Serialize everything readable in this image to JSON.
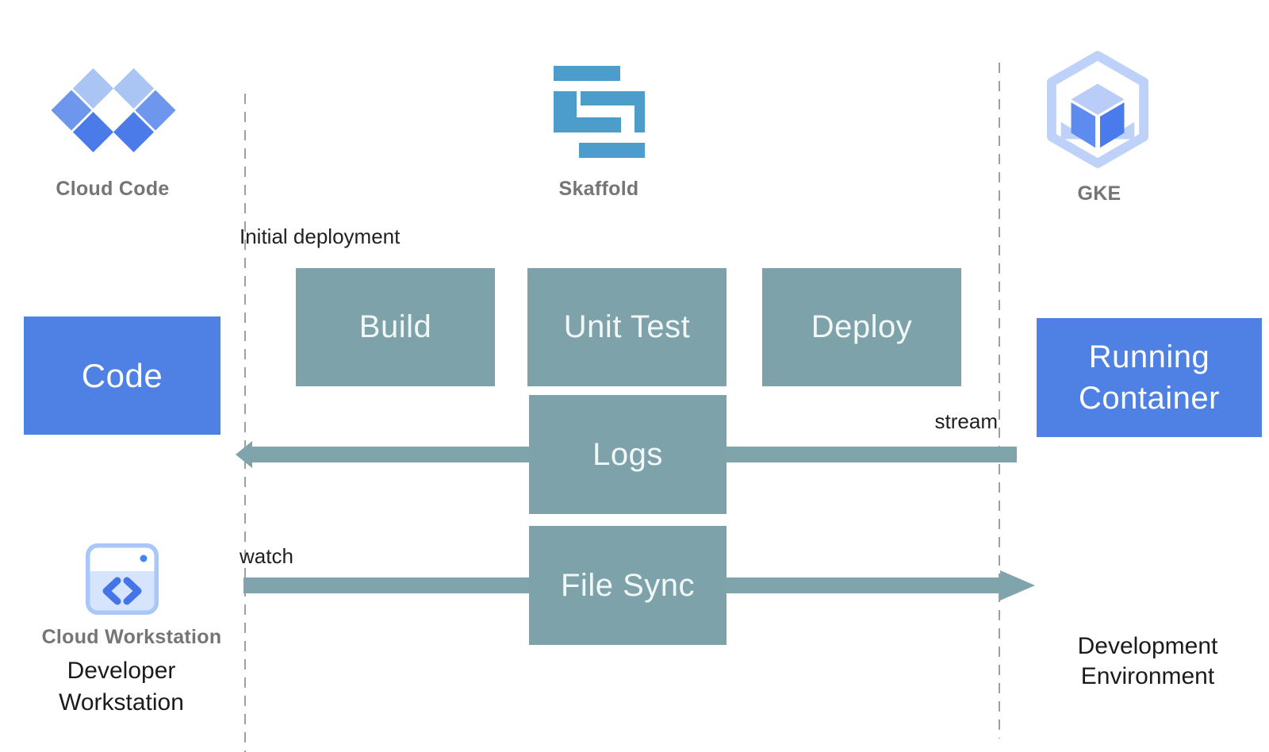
{
  "icons": {
    "cloud_code": {
      "label": "Cloud Code"
    },
    "skaffold": {
      "label": "Skaffold"
    },
    "gke": {
      "label": "GKE"
    },
    "cloud_workstation": {
      "label": "Cloud Workstation"
    }
  },
  "nodes": {
    "code": {
      "label": "Code",
      "color": "#4f80e4"
    },
    "build": {
      "label": "Build",
      "color": "#7ea2aa"
    },
    "unit_test": {
      "label": "Unit Test",
      "color": "#7ea2aa"
    },
    "deploy": {
      "label": "Deploy",
      "color": "#7ea2aa"
    },
    "logs": {
      "label": "Logs",
      "color": "#7ea2aa"
    },
    "file_sync": {
      "label": "File Sync",
      "color": "#7ea2aa"
    },
    "running_container": {
      "label": "Running Container",
      "color": "#4f80e4"
    }
  },
  "arrows": {
    "stream": {
      "label": "stream",
      "direction": "right-to-left",
      "color": "#80a4ac"
    },
    "watch": {
      "label": "watch",
      "direction": "left-to-right",
      "color": "#80a4ac"
    }
  },
  "annotations": {
    "initial_deployment": "Initial deployment",
    "developer_workstation": "Developer Workstation",
    "development_environment": "Development Environment"
  },
  "colors": {
    "blue_node": "#4f80e4",
    "teal_node": "#7ea2aa",
    "arrow": "#80a4ac",
    "skaffold_logo": "#4d9dcc",
    "cloud_code_light": "#aac4f4",
    "cloud_code_medium": "#6d96ec",
    "cloud_code_dark": "#4a7be8",
    "gke_hexagon": "#bed2f9",
    "gke_cube_left": "#5e8bf0",
    "gke_cube_right": "#4a7bec",
    "workstation_fill": "#d6e4fd",
    "workstation_border": "#a9c7f9",
    "workstation_accent": "#4374e8",
    "gray_label": "#757575",
    "dark_text": "#202124",
    "dashed_line": "#9aa0a6"
  }
}
